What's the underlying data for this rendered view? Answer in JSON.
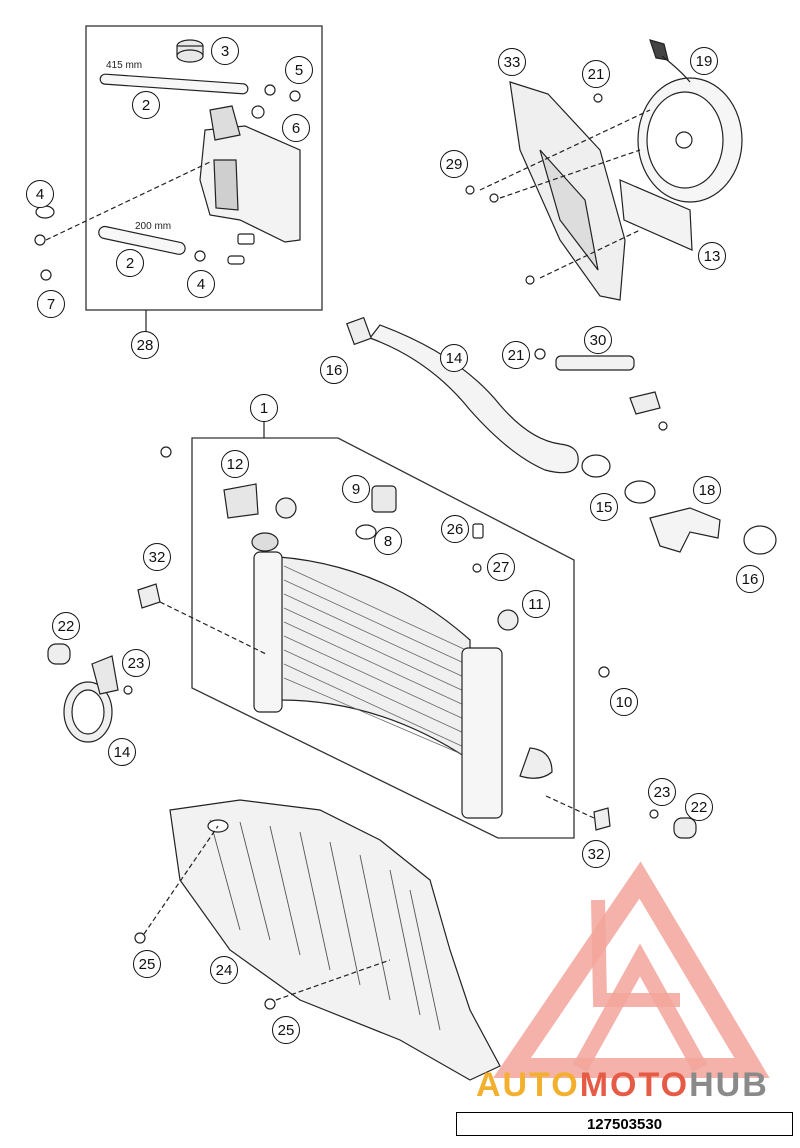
{
  "dimensions": {
    "hose_long": "415 mm",
    "hose_short": "200 mm"
  },
  "callouts": [
    {
      "id": "c1",
      "n": "1"
    },
    {
      "id": "c2a",
      "n": "2"
    },
    {
      "id": "c2b",
      "n": "2"
    },
    {
      "id": "c3",
      "n": "3"
    },
    {
      "id": "c4a",
      "n": "4"
    },
    {
      "id": "c4b",
      "n": "4"
    },
    {
      "id": "c5",
      "n": "5"
    },
    {
      "id": "c6",
      "n": "6"
    },
    {
      "id": "c7",
      "n": "7"
    },
    {
      "id": "c8",
      "n": "8"
    },
    {
      "id": "c9",
      "n": "9"
    },
    {
      "id": "c10",
      "n": "10"
    },
    {
      "id": "c11",
      "n": "11"
    },
    {
      "id": "c12",
      "n": "12"
    },
    {
      "id": "c13",
      "n": "13"
    },
    {
      "id": "c14a",
      "n": "14"
    },
    {
      "id": "c14b",
      "n": "14"
    },
    {
      "id": "c15",
      "n": "15"
    },
    {
      "id": "c16a",
      "n": "16"
    },
    {
      "id": "c16b",
      "n": "16"
    },
    {
      "id": "c18",
      "n": "18"
    },
    {
      "id": "c19",
      "n": "19"
    },
    {
      "id": "c21a",
      "n": "21"
    },
    {
      "id": "c21b",
      "n": "21"
    },
    {
      "id": "c22a",
      "n": "22"
    },
    {
      "id": "c22b",
      "n": "22"
    },
    {
      "id": "c23a",
      "n": "23"
    },
    {
      "id": "c23b",
      "n": "23"
    },
    {
      "id": "c24",
      "n": "24"
    },
    {
      "id": "c25a",
      "n": "25"
    },
    {
      "id": "c25b",
      "n": "25"
    },
    {
      "id": "c26",
      "n": "26"
    },
    {
      "id": "c27",
      "n": "27"
    },
    {
      "id": "c28",
      "n": "28"
    },
    {
      "id": "c29",
      "n": "29"
    },
    {
      "id": "c30",
      "n": "30"
    },
    {
      "id": "c32a",
      "n": "32"
    },
    {
      "id": "c32b",
      "n": "32"
    },
    {
      "id": "c33",
      "n": "33"
    }
  ],
  "watermark": {
    "part1": "AUTO",
    "part2": "MOTO",
    "part3": "HUB"
  },
  "part_number": "127503530"
}
